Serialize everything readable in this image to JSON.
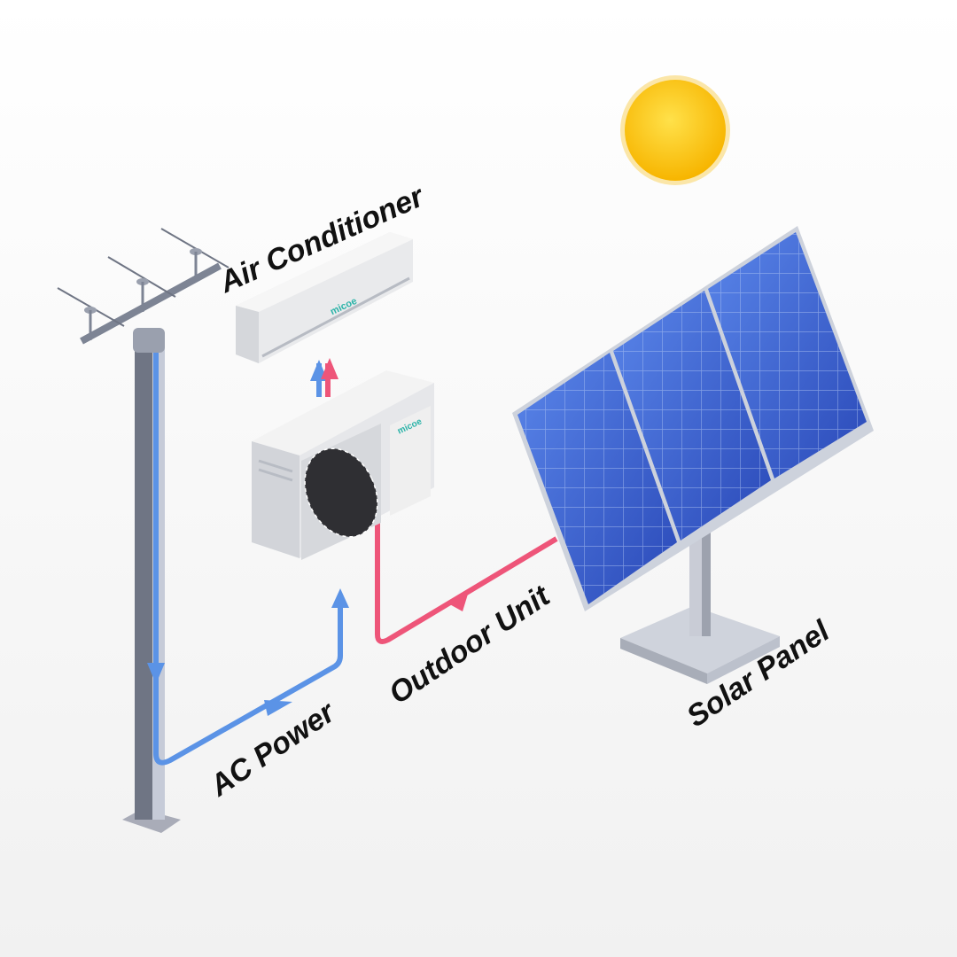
{
  "labels": {
    "air_conditioner": "Air Conditioner",
    "outdoor_unit": "Outdoor Unit",
    "ac_power": "AC Power",
    "solar_panel": "Solar Panel"
  },
  "brand": {
    "indoor": "micoe",
    "outdoor": "micoe"
  },
  "colors": {
    "ac_power_line": "#5b93e6",
    "solar_line": "#ee5579",
    "sun": "#f9c010",
    "panel_cell": "#3a5fcf",
    "brand_text": "#2bb3a8"
  }
}
